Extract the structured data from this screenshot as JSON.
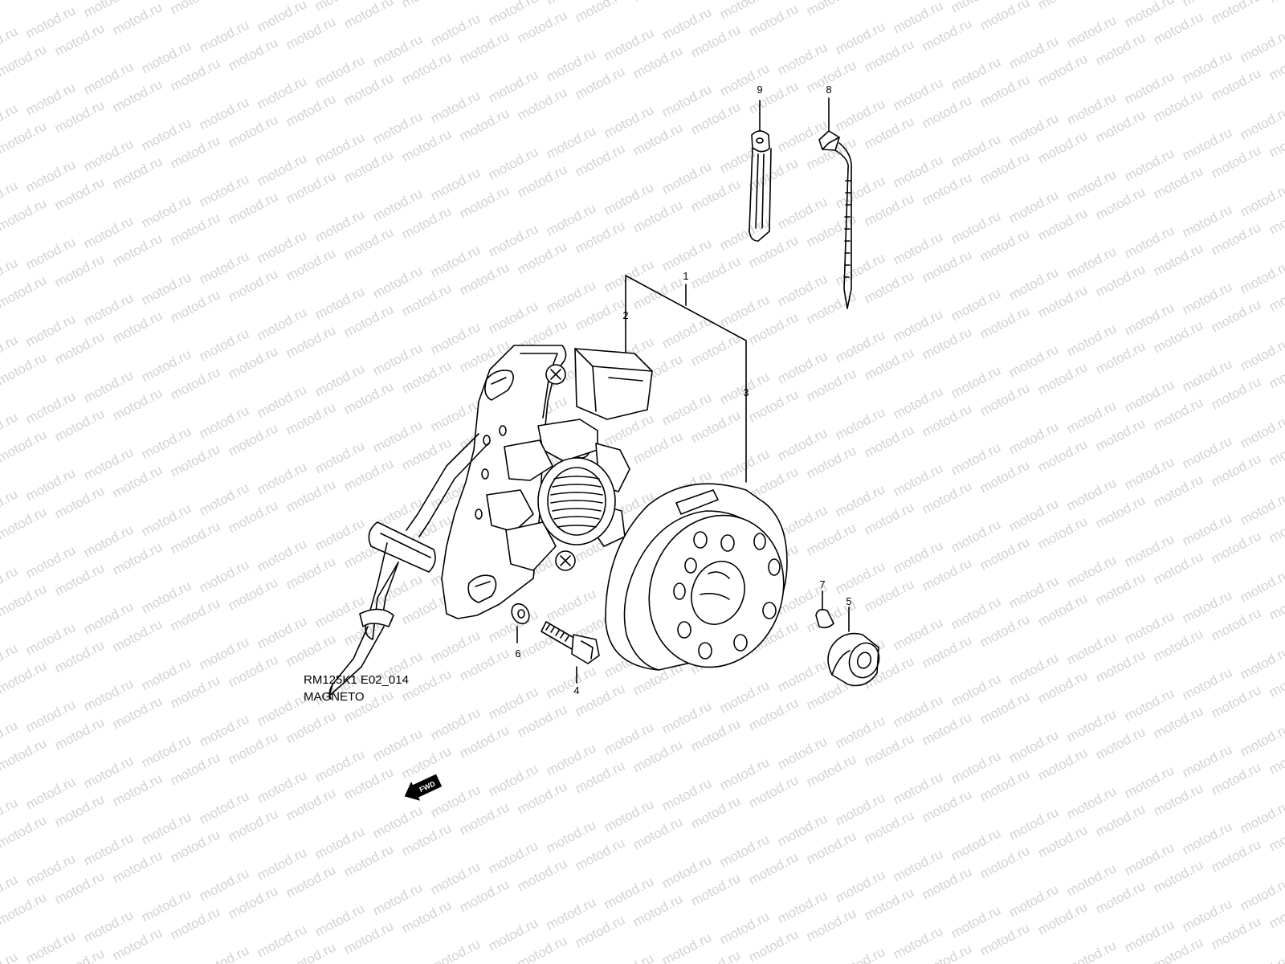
{
  "watermark": {
    "text": "motod.ru",
    "color": "#d2d2d2"
  },
  "callouts": [
    {
      "id": "1",
      "label": "1"
    },
    {
      "id": "2",
      "label": "2"
    },
    {
      "id": "3",
      "label": "3"
    },
    {
      "id": "4",
      "label": "4"
    },
    {
      "id": "5",
      "label": "5"
    },
    {
      "id": "6",
      "label": "6"
    },
    {
      "id": "7",
      "label": "7"
    },
    {
      "id": "8",
      "label": "8"
    },
    {
      "id": "9",
      "label": "9"
    }
  ],
  "direction_arrow": {
    "label": "FWD",
    "icon": "fwd-arrow-icon"
  },
  "caption": {
    "code": "RM125K1 E02_014",
    "title": "MAGNETO"
  },
  "colors": {
    "line": "#000000",
    "background": "#ffffff"
  }
}
